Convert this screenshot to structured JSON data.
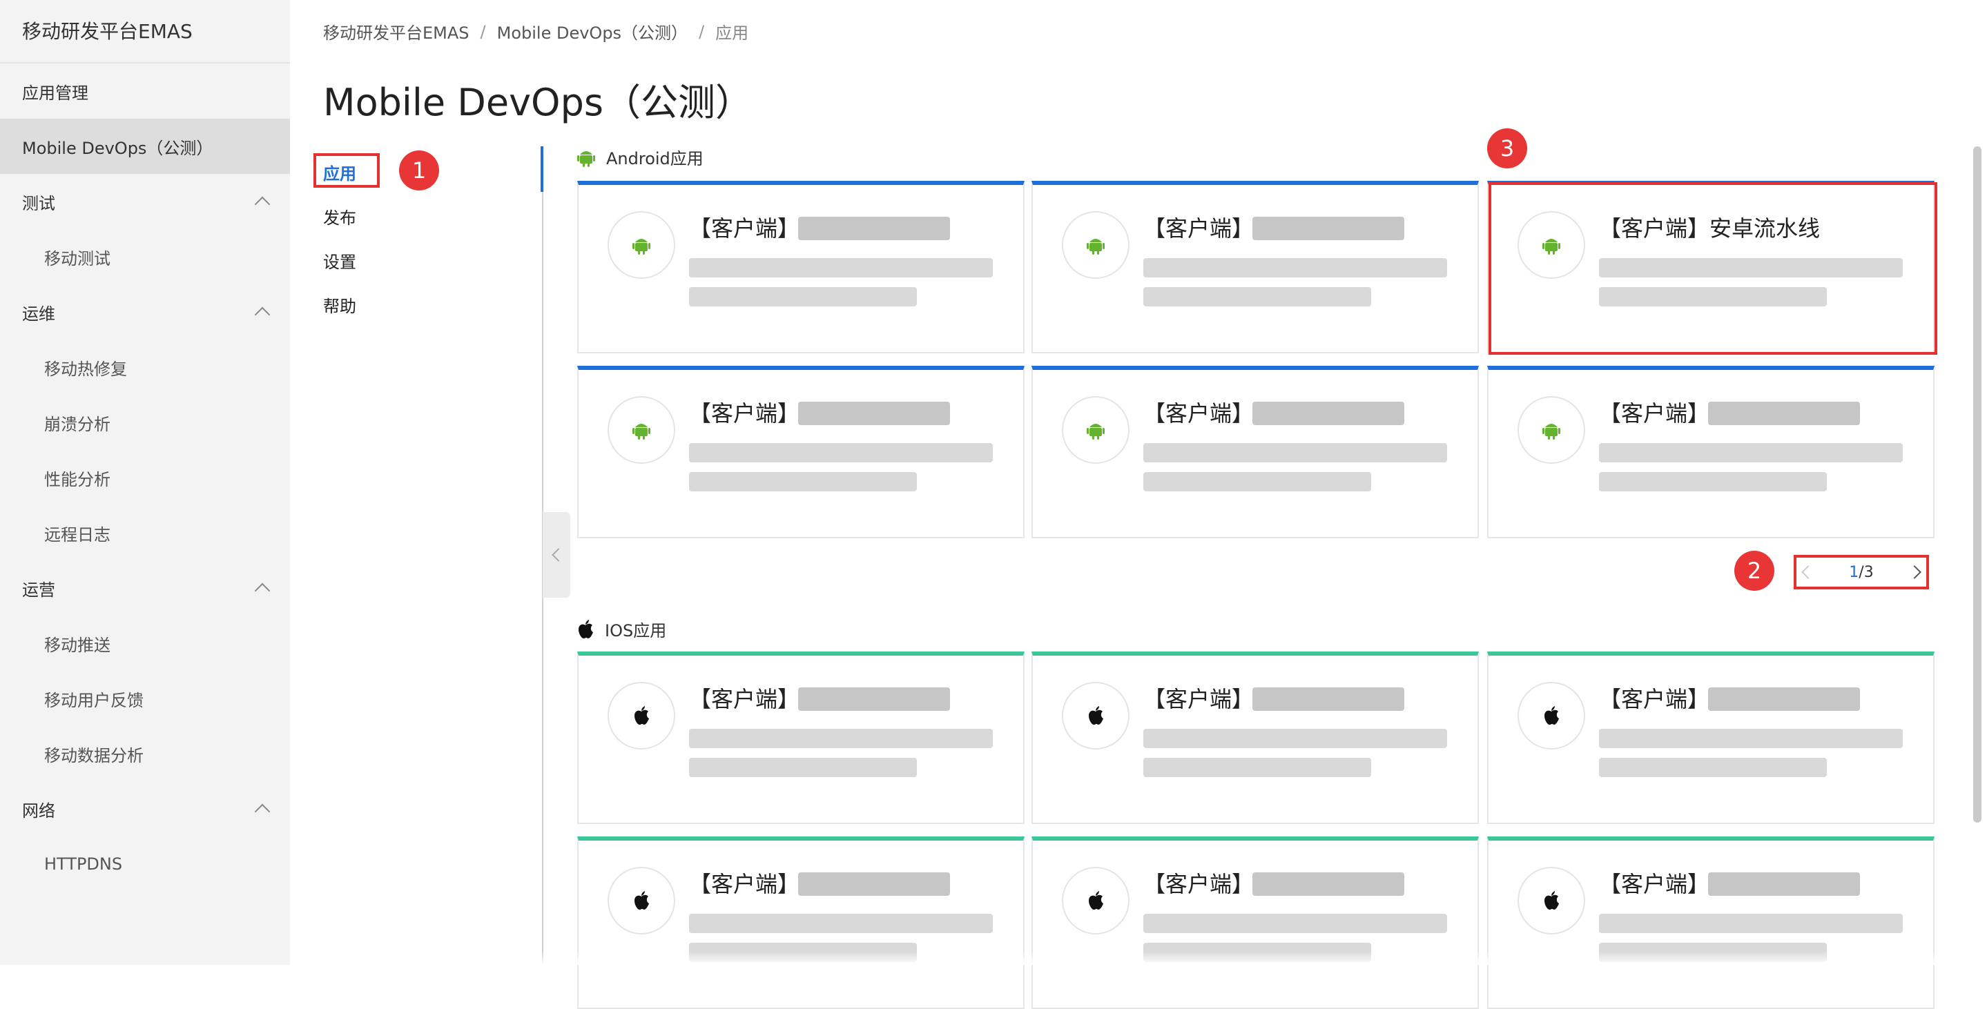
{
  "sidebar": {
    "title": "移动研发平台EMAS",
    "app_manage": "应用管理",
    "devops": "Mobile DevOps（公测）",
    "groups": [
      {
        "label": "测试",
        "items": [
          "移动测试"
        ]
      },
      {
        "label": "运维",
        "items": [
          "移动热修复",
          "崩溃分析",
          "性能分析",
          "远程日志"
        ]
      },
      {
        "label": "运营",
        "items": [
          "移动推送",
          "移动用户反馈",
          "移动数据分析"
        ]
      },
      {
        "label": "网络",
        "items": [
          "HTTPDNS"
        ]
      }
    ]
  },
  "breadcrumb": {
    "root": "移动研发平台EMAS",
    "mid": "Mobile DevOps（公测）",
    "current": "应用",
    "sep": "/"
  },
  "page_title": "Mobile DevOps（公测）",
  "subnav": [
    "应用",
    "发布",
    "设置",
    "帮助"
  ],
  "badges": [
    "1",
    "2",
    "3"
  ],
  "android": {
    "title": "Android应用",
    "cards": [
      "【客户端】",
      "【客户端】",
      "【客户端】安卓流水线",
      "【客户端】",
      "【客户端】",
      "【客户端】"
    ]
  },
  "pager": {
    "current": "1",
    "total": "/3"
  },
  "ios": {
    "title": "IOS应用",
    "cards": [
      "【客户端】",
      "【客户端】",
      "【客户端】",
      "【客户端】",
      "【客户端】",
      "【客户端】"
    ]
  },
  "colors": {
    "accent": "#1e6fd9",
    "android_green": "#63b32e",
    "ios_green": "#3cc79a",
    "annotation_red": "#e53030"
  }
}
